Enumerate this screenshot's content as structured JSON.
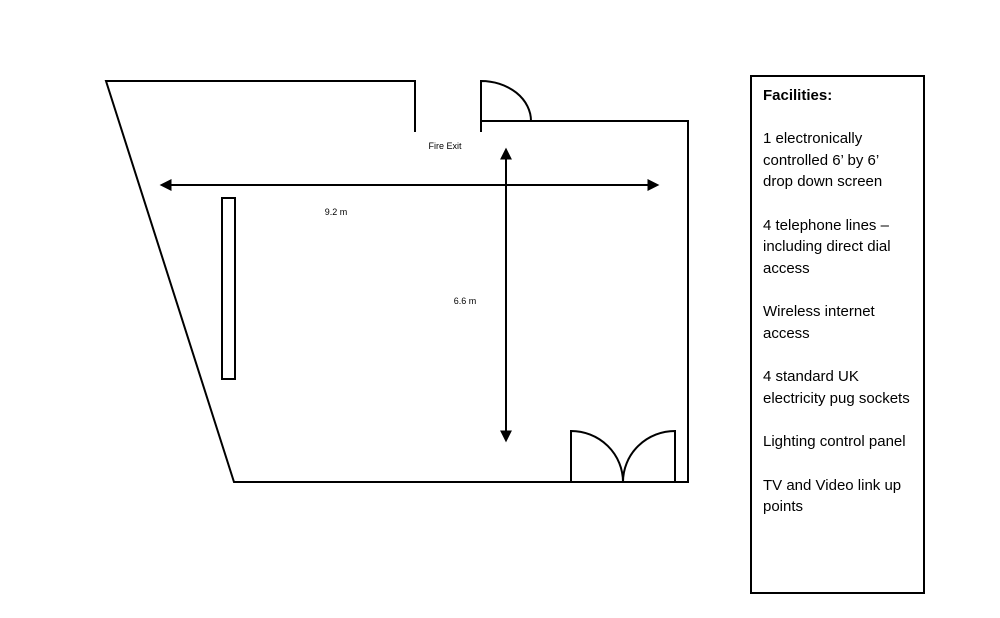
{
  "diagram": {
    "fire_exit_label": "Fire Exit",
    "width_label": "9.2 m",
    "depth_label": "6.6 m",
    "line_color": "#000000"
  },
  "facilities": {
    "title": "Facilities:",
    "items": [
      "1 electronically controlled 6’ by 6’ drop down screen",
      "4 telephone lines – including direct dial access",
      "Wireless internet access",
      "4 standard UK electricity pug sockets",
      "Lighting control panel",
      "TV and Video link up points"
    ]
  }
}
